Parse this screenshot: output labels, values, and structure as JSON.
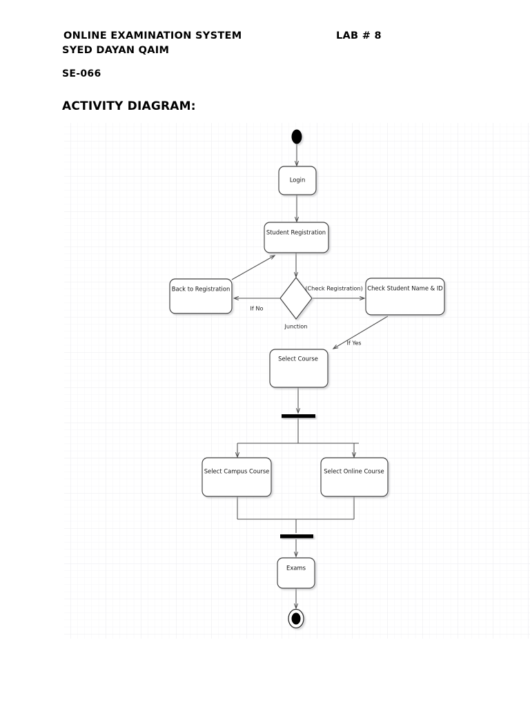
{
  "document": {
    "header": {
      "title": "ONLINE EXAMINATION SYSTEM",
      "lab": "LAB # 8",
      "author": "SYED DAYAN QAIM",
      "code": "SE-066"
    },
    "section_heading": "ACTIVITY DIAGRAM:"
  },
  "diagram": {
    "type": "uml-activity-diagram",
    "colors": {
      "node_fill": "#ffffff",
      "node_stroke": "#3d3d3d",
      "edge_stroke": "#4a4a4a",
      "bar_fill": "#000000",
      "grid_minor": "#f4f4f6",
      "grid_major": "#ebebee",
      "text": "#111111"
    },
    "nodes": [
      {
        "id": "start",
        "kind": "initial-node",
        "label": ""
      },
      {
        "id": "login",
        "kind": "action",
        "label": "Login"
      },
      {
        "id": "student-registration",
        "kind": "action",
        "label": "Student Registration"
      },
      {
        "id": "junction",
        "kind": "decision",
        "label": "Junction"
      },
      {
        "id": "back-to-registration",
        "kind": "action",
        "label": "Back to Registration"
      },
      {
        "id": "check-student-name-id",
        "kind": "action",
        "label": "Check Student Name & ID"
      },
      {
        "id": "select-course",
        "kind": "action",
        "label": "Select Course"
      },
      {
        "id": "fork",
        "kind": "fork-bar",
        "label": ""
      },
      {
        "id": "select-campus-course",
        "kind": "action",
        "label": "Select Campus Course"
      },
      {
        "id": "select-online-course",
        "kind": "action",
        "label": "Select Online Course"
      },
      {
        "id": "join",
        "kind": "join-bar",
        "label": ""
      },
      {
        "id": "exams",
        "kind": "action",
        "label": "Exams"
      },
      {
        "id": "end",
        "kind": "final-node",
        "label": ""
      }
    ],
    "edges": [
      {
        "from": "start",
        "to": "login",
        "label": ""
      },
      {
        "from": "login",
        "to": "student-registration",
        "label": ""
      },
      {
        "from": "student-registration",
        "to": "junction",
        "label": ""
      },
      {
        "from": "junction",
        "to": "back-to-registration",
        "label": "If No"
      },
      {
        "from": "junction",
        "to": "check-student-name-id",
        "label": "(Check Registration)"
      },
      {
        "from": "back-to-registration",
        "to": "student-registration",
        "label": ""
      },
      {
        "from": "check-student-name-id",
        "to": "select-course",
        "label": "If Yes"
      },
      {
        "from": "select-course",
        "to": "fork",
        "label": ""
      },
      {
        "from": "fork",
        "to": "select-campus-course",
        "label": ""
      },
      {
        "from": "fork",
        "to": "select-online-course",
        "label": ""
      },
      {
        "from": "select-campus-course",
        "to": "join",
        "label": ""
      },
      {
        "from": "select-online-course",
        "to": "join",
        "label": ""
      },
      {
        "from": "join",
        "to": "exams",
        "label": ""
      },
      {
        "from": "exams",
        "to": "end",
        "label": ""
      }
    ],
    "labels": {
      "login": "Login",
      "student_registration": "Student Registration",
      "back_to_registration": "Back to Registration",
      "check_registration": "(Check Registration)",
      "check_student_name_id": "Check Student Name & ID",
      "if_no": "If No",
      "if_yes": "If Yes",
      "junction": "Junction",
      "select_course": "Select Course",
      "select_campus_course": "Select Campus Course",
      "select_online_course": "Select Online Course",
      "exams": "Exams"
    }
  }
}
